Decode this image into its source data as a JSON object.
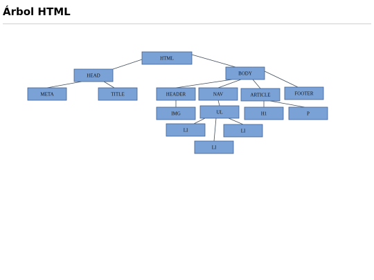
{
  "page": {
    "title": "Árbol HTML"
  },
  "colors": {
    "node_fill": "#7aa2d6",
    "node_stroke": "#3f5f8f",
    "edge": "#3c4a5a"
  },
  "tree": {
    "nodes": [
      {
        "id": "html",
        "label": "HTML",
        "parent": null
      },
      {
        "id": "head",
        "label": "HEAD",
        "parent": "html"
      },
      {
        "id": "body",
        "label": "BODY",
        "parent": "html"
      },
      {
        "id": "meta",
        "label": "META",
        "parent": "head"
      },
      {
        "id": "title",
        "label": "TITLE",
        "parent": "head"
      },
      {
        "id": "header",
        "label": "HEADER",
        "parent": "body"
      },
      {
        "id": "nav",
        "label": "NAV",
        "parent": "body"
      },
      {
        "id": "article",
        "label": "ARTICLE",
        "parent": "body"
      },
      {
        "id": "footer",
        "label": "FOOTER",
        "parent": "body"
      },
      {
        "id": "img",
        "label": "IMG",
        "parent": "header"
      },
      {
        "id": "ul",
        "label": "UL",
        "parent": "nav"
      },
      {
        "id": "h1",
        "label": "H1",
        "parent": "article"
      },
      {
        "id": "p",
        "label": "P",
        "parent": "article"
      },
      {
        "id": "li1",
        "label": "LI",
        "parent": "ul"
      },
      {
        "id": "li2",
        "label": "LI",
        "parent": "ul"
      },
      {
        "id": "li3",
        "label": "LI",
        "parent": "ul"
      }
    ]
  }
}
